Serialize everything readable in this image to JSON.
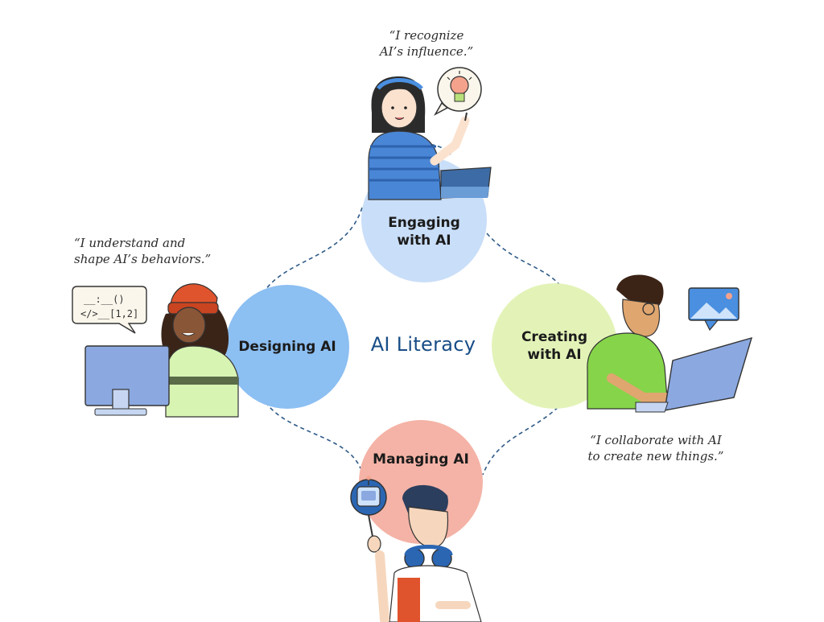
{
  "diagram": {
    "center_title": "AI Literacy",
    "circles": {
      "engaging": "Engaging\nwith AI",
      "designing": "Designing AI",
      "creating": "Creating\nwith AI",
      "managing": "Managing AI"
    },
    "quotes": {
      "engaging": "“I recognize\nAI’s influence.”",
      "designing": "“I understand and\nshape AI’s behaviors.”",
      "creating": "“I collaborate with AI\nto create new things.”"
    },
    "code_bubble": {
      "line1": "__:__()",
      "line2": "</>__[1,2]"
    },
    "colors": {
      "engaging": "#c9def8",
      "designing": "#8cbff2",
      "creating": "#e3f3b8",
      "managing": "#f4b3a6",
      "title": "#184d86",
      "dash": "#2e5a87"
    },
    "icons": [
      "lightbulb-icon",
      "code-bubble-icon",
      "image-bubble-icon",
      "robot-icon"
    ]
  }
}
